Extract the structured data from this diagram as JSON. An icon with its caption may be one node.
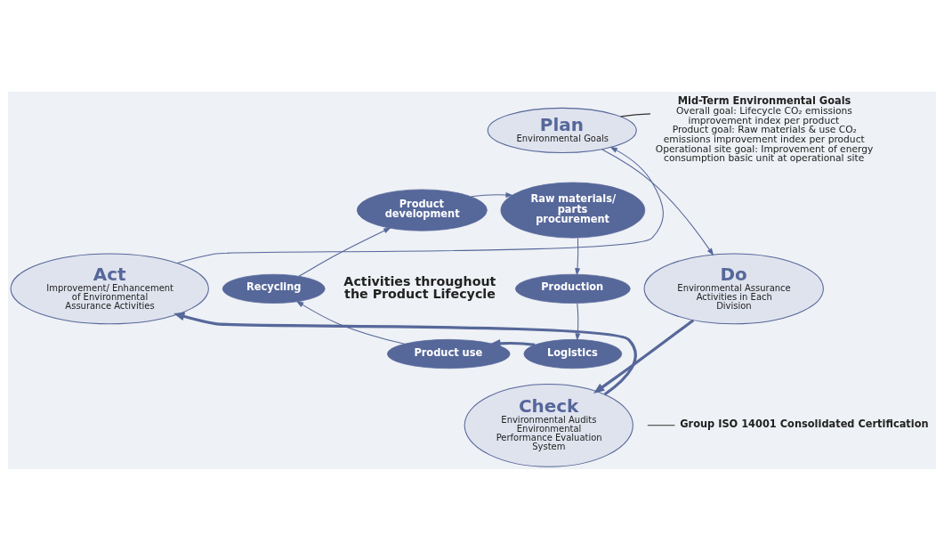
{
  "diagram": {
    "nodes": [
      {
        "text": [
          "Plan",
          "Environmental Goals"
        ]
      },
      {
        "text": [
          "Do",
          "Environmental Assurance Activities in Each Division"
        ]
      },
      {
        "text": [
          "Check",
          "Environmental Audits",
          "Environmental Performance Evaluation System"
        ]
      },
      {
        "text": [
          "Act",
          "Improvement/ Enhancement of Environmental Assurance Activities"
        ]
      },
      {
        "text": [
          "Product development"
        ]
      },
      {
        "text": [
          "Raw materials/ parts procurement"
        ]
      },
      {
        "text": [
          "Production"
        ]
      },
      {
        "text": [
          "Logistics"
        ]
      },
      {
        "text": [
          "Product use"
        ]
      },
      {
        "text": [
          "Recycling"
        ]
      },
      {
        "text": [
          "Mid-Term Environmental Goals",
          "Overall goal: Lifecycle CO₂ emissions improvement index per product",
          "Product goal: Raw materials & use CO₂ emissions improvement index per product",
          "Operational site goal: Improvement of energy consumption basic unit at operational site"
        ]
      },
      {
        "text": [
          "Group ISO 14001 Consolidated Certification"
        ]
      }
    ],
    "edges": [
      {
        "from": 0,
        "to": 1,
        "arrow": "to"
      },
      {
        "from": 1,
        "to": 2,
        "arrow": "to",
        "style": "thick"
      },
      {
        "from": 2,
        "to": 3,
        "arrow": "to",
        "style": "thick"
      },
      {
        "from": 3,
        "to": 0,
        "arrow": "to"
      },
      {
        "from": 4,
        "to": 5,
        "arrow": "to"
      },
      {
        "from": 5,
        "to": 6,
        "arrow": "to"
      },
      {
        "from": 6,
        "to": 7,
        "arrow": "to"
      },
      {
        "from": 7,
        "to": 8,
        "arrow": "to",
        "style": "thick"
      },
      {
        "from": 8,
        "to": 9,
        "arrow": "to"
      },
      {
        "from": 9,
        "to": 4,
        "arrow": "to"
      },
      {
        "from": 0,
        "to": 10,
        "arrow": "none",
        "color": "#333333"
      },
      {
        "from": 11,
        "to": null,
        "arrow": "none",
        "color": "#333333"
      }
    ],
    "labels": [
      "Activities throughout the Product Lifecycle"
    ]
  }
}
